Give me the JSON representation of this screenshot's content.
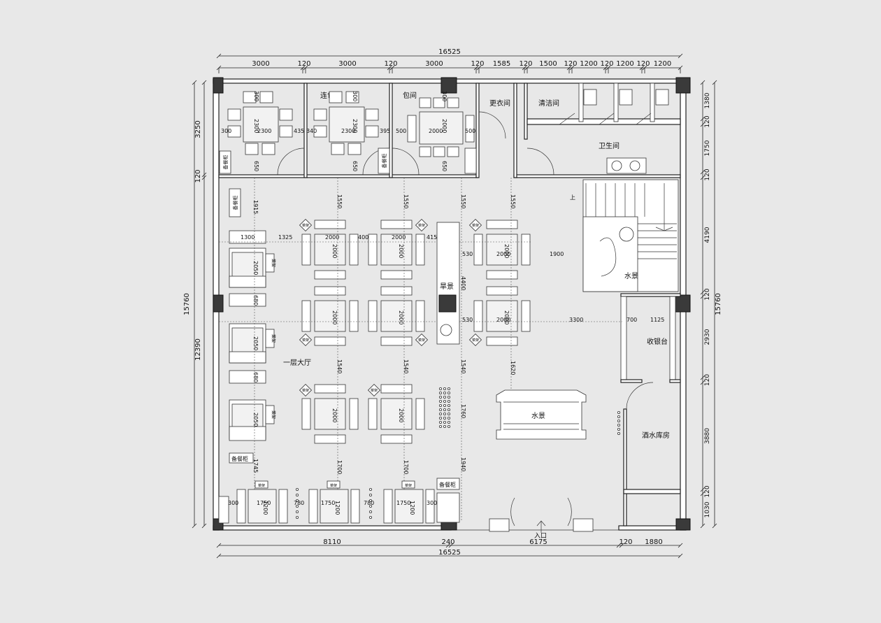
{
  "dims": {
    "top_overall": "16525",
    "top_segments": [
      "3000",
      "120",
      "3000",
      "120",
      "3000",
      "120",
      "1585",
      "120",
      "1500",
      "120",
      "1200",
      "120",
      "1200",
      "120",
      "1200"
    ],
    "bottom_segments": [
      "8110",
      "240",
      "6175",
      "120",
      "1880"
    ],
    "bottom_overall": "16525",
    "left_overall": "15760",
    "left_segments": [
      "3250",
      "120",
      "12390"
    ],
    "right_overall": "15760",
    "right_segments": [
      "1380",
      "120",
      "1750",
      "120",
      "4190",
      "120",
      "2930",
      "120",
      "3880",
      "120",
      "1030"
    ]
  },
  "rooms": {
    "lianbao": "连包",
    "baojian": "包间",
    "gengyi": "更衣间",
    "qingjie": "清洁间",
    "weisheng": "卫生间",
    "shuijing_top": "水景",
    "shouyin": "收银台",
    "jiushui": "酒水库房",
    "shuijing_mid": "水景",
    "hanjing": "旱景",
    "dating": "一层大厅",
    "rukou": "入口",
    "stairs_up": "上"
  },
  "cabinets": {
    "c1": "备餐柜",
    "c2": "备餐柜",
    "c3": "备餐柜",
    "c4": "备餐柜",
    "c5": "备餐柜"
  },
  "rack_label": "菜架",
  "interior_dims": {
    "v300": "300",
    "v2300": "2300",
    "v650": "650",
    "h300": "300",
    "h2300": "2300",
    "h435": "435",
    "h340": "340",
    "h395": "395",
    "h500": "500",
    "h2000": "2000",
    "h1300": "1300",
    "h1325": "1325",
    "h400": "400",
    "h415": "415",
    "h530": "530",
    "h1900": "1900",
    "h3300": "3300",
    "h700": "700",
    "h1125": "1125",
    "h1750": "1750",
    "h780": "780",
    "v1915": "1915",
    "v1550": "1550",
    "v2050": "2050",
    "v680": "680",
    "v1540": "1540",
    "v1620": "1620",
    "v4400": "4400",
    "v1760": "1760",
    "v1940": "1940",
    "v1700": "1700",
    "v1745": "1745",
    "v1200": "1200"
  }
}
